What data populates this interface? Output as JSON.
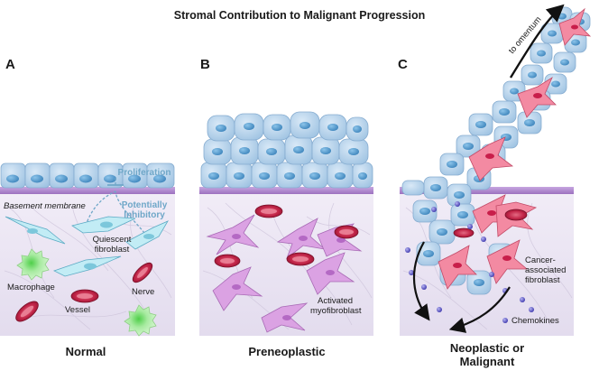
{
  "title": "Stromal Contribution to Malignant Progression",
  "panels": {
    "a": {
      "letter": "A",
      "stage": "Normal",
      "labels": {
        "proliferation": "Proliferation",
        "potentially_inhibitory_1": "Potentially",
        "potentially_inhibitory_2": "Inhibitory",
        "basement_membrane": "Basement membrane",
        "quiescent_fibroblast_1": "Quiescent",
        "quiescent_fibroblast_2": "fibroblast",
        "macrophage": "Macrophage",
        "vessel": "Vessel",
        "nerve": "Nerve"
      }
    },
    "b": {
      "letter": "B",
      "stage": "Preneoplastic",
      "labels": {
        "activated_myofibroblast_1": "Activated",
        "activated_myofibroblast_2": "myofibroblast"
      }
    },
    "c": {
      "letter": "C",
      "stage_line1": "Neoplastic or",
      "stage_line2": "Malignant",
      "labels": {
        "to_omentum": "to omentum",
        "caf_1": "Cancer-",
        "caf_2": "associated",
        "caf_3": "fibroblast",
        "chemokines": "Chemokines"
      }
    },
    "colors": {
      "epithelial_cell": "#b9d5ec",
      "nucleus": "#5a9fcf",
      "stroma": "#ece6f3",
      "basement_membrane": "#b48fd0",
      "quiescent_fibroblast": "#bfeaf2",
      "myofibroblast": "#d99ce0",
      "caf": "#f07a96",
      "vessel": "#c22447",
      "macrophage": "#bff0b8",
      "chemokine": "#5a55c8"
    }
  }
}
